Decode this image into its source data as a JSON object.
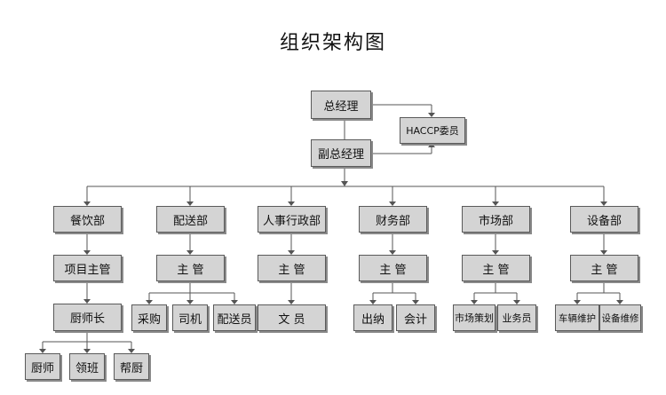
{
  "title": "组织架构图",
  "nodes": {
    "gm": "总经理",
    "haccp": "HACCP委员",
    "dgm": "副总经理",
    "dept_catering": "餐饮部",
    "dept_delivery": "配送部",
    "dept_hr": "人事行政部",
    "dept_finance": "财务部",
    "dept_market": "市场部",
    "dept_equipment": "设备部",
    "catering_supervisor": "项目主管",
    "head_chef": "厨师长",
    "chef": "厨师",
    "team_lead": "领班",
    "kitchen_helper": "帮厨",
    "delivery_supervisor": "主 管",
    "purchasing": "采购",
    "driver": "司机",
    "dispatcher": "配送员",
    "hr_supervisor": "主 管",
    "clerk": "文 员",
    "finance_supervisor": "主 管",
    "cashier": "出纳",
    "accountant": "会计",
    "market_supervisor": "主 管",
    "market_planning": "市场策划",
    "salesperson": "业务员",
    "equipment_supervisor": "主 管",
    "vehicle_maintenance": "车辆维护",
    "equipment_maintenance": "设备维修"
  }
}
